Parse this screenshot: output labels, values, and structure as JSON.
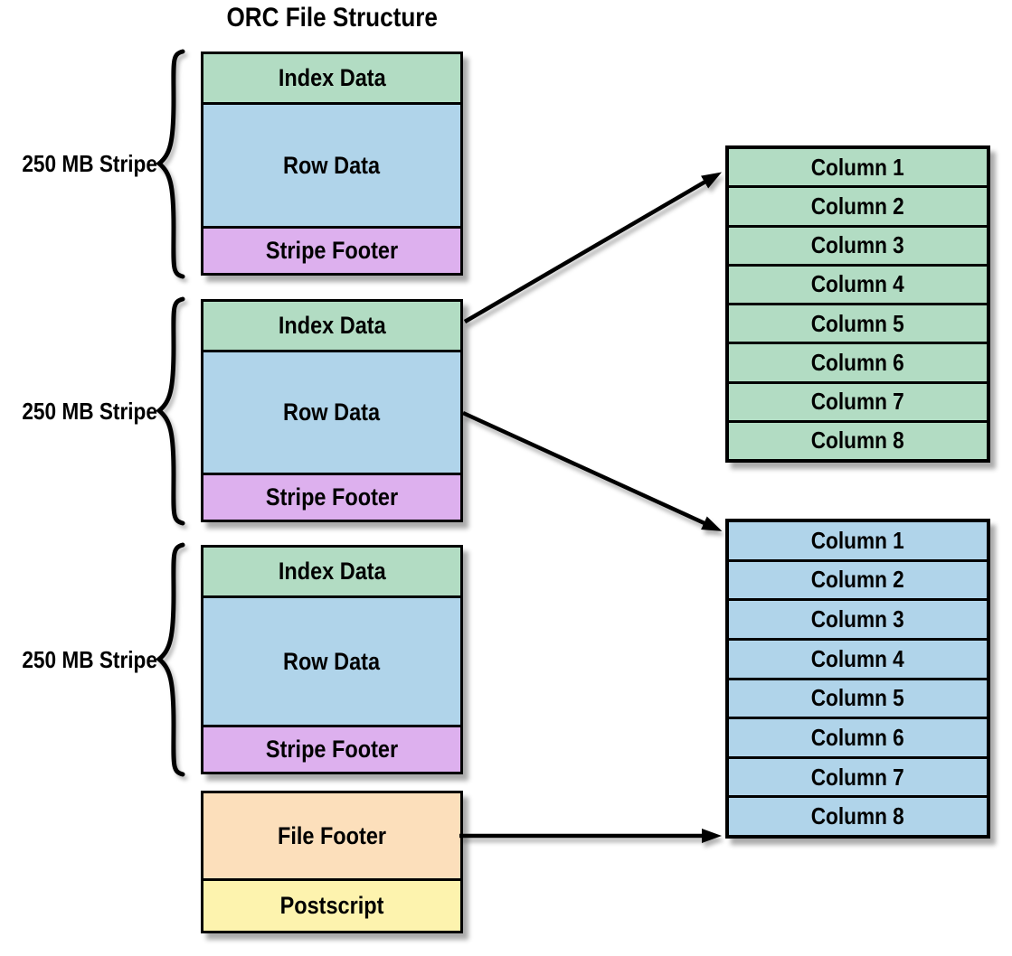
{
  "title": "ORC File Structure",
  "stripes": [
    {
      "label": "250 MB Stripe",
      "index": "Index Data",
      "row": "Row Data",
      "footer": "Stripe Footer"
    },
    {
      "label": "250 MB Stripe",
      "index": "Index Data",
      "row": "Row Data",
      "footer": "Stripe Footer"
    },
    {
      "label": "250 MB Stripe",
      "index": "Index Data",
      "row": "Row Data",
      "footer": "Stripe Footer"
    }
  ],
  "file_block": {
    "file_footer": "File Footer",
    "postscript": "Postscript"
  },
  "index_columns": {
    "rows": [
      "Column 1",
      "Column 2",
      "Column 3",
      "Column 4",
      "Column 5",
      "Column 6",
      "Column 7",
      "Column 8"
    ]
  },
  "row_columns": {
    "rows": [
      "Column 1",
      "Column 2",
      "Column 3",
      "Column 4",
      "Column 5",
      "Column 6",
      "Column 7",
      "Column 8"
    ]
  },
  "colors": {
    "index_data": "#b2dcc3",
    "row_data": "#b0d4ea",
    "stripe_footer": "#ddb0ee",
    "file_footer": "#fcdfbb",
    "postscript": "#fdf3ae",
    "line": "#000000"
  }
}
